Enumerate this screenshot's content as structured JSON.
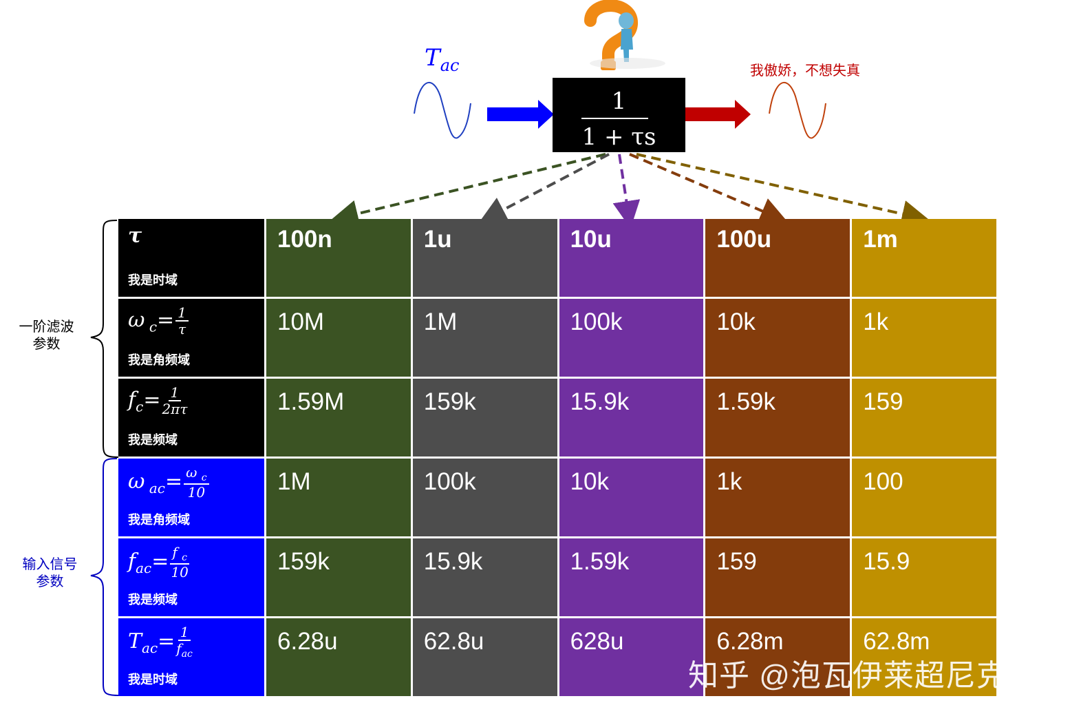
{
  "input_label": "T",
  "input_label_sub": "ac",
  "output_note": "我傲娇，不想失真",
  "transfer_function": {
    "numerator": "1",
    "denominator": "1 + τs"
  },
  "groups": {
    "filter_params": "一阶滤波\n参数",
    "input_params": "输入信号\n参数"
  },
  "colors": {
    "green": "#3b5323",
    "gray": "#4d4d4d",
    "purple": "#7030a0",
    "brown": "#843c0c",
    "gold": "#bf9000",
    "header_black": "#000000",
    "header_blue": "#0000ff",
    "arrow_blue": "#0000ff",
    "arrow_red": "#c00000"
  },
  "rows": [
    {
      "label": "我是时域",
      "values": [
        "100n",
        "1u",
        "10u",
        "100u",
        "1m"
      ]
    },
    {
      "label": "我是角频域",
      "values": [
        "10M",
        "1M",
        "100k",
        "10k",
        "1k"
      ]
    },
    {
      "label": "我是频域",
      "values": [
        "1.59M",
        "159k",
        "15.9k",
        "1.59k",
        "159"
      ]
    },
    {
      "label": "我是角频域",
      "values": [
        "1M",
        "100k",
        "10k",
        "1k",
        "100"
      ]
    },
    {
      "label": "我是频域",
      "values": [
        "159k",
        "15.9k",
        "1.59k",
        "159",
        "15.9"
      ]
    },
    {
      "label": "我是时域",
      "values": [
        "6.28u",
        "62.8u",
        "628u",
        "6.28m",
        "62.8m"
      ]
    }
  ],
  "watermark": "知乎 @泡瓦伊莱超尼克斯"
}
